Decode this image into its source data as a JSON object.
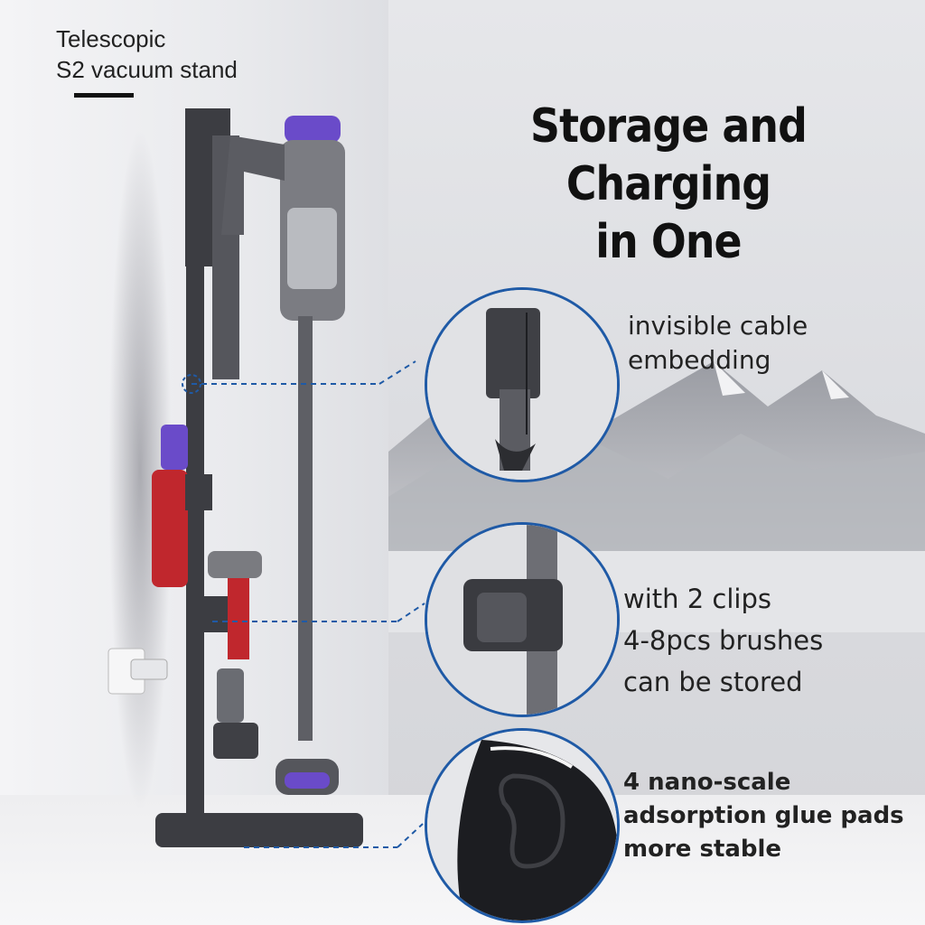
{
  "caption": {
    "line1": "Telescopic",
    "line2": "S2 vacuum stand"
  },
  "headline": {
    "line1": "Storage and Charging",
    "line2": "in One"
  },
  "features": [
    {
      "lines": [
        "invisible cable",
        "embedding"
      ]
    },
    {
      "lines": [
        "with 2 clips",
        "4-8pcs brushes",
        "can be stored"
      ]
    },
    {
      "lines": [
        "4 nano-scale",
        "adsorption glue pads",
        "more stable"
      ]
    }
  ],
  "colors": {
    "callout_ring": "#1f5aa6",
    "vacuum_accent": "#6a4bc9",
    "accessory_red": "#c0272d",
    "stand_metal": "#3c3d42"
  }
}
